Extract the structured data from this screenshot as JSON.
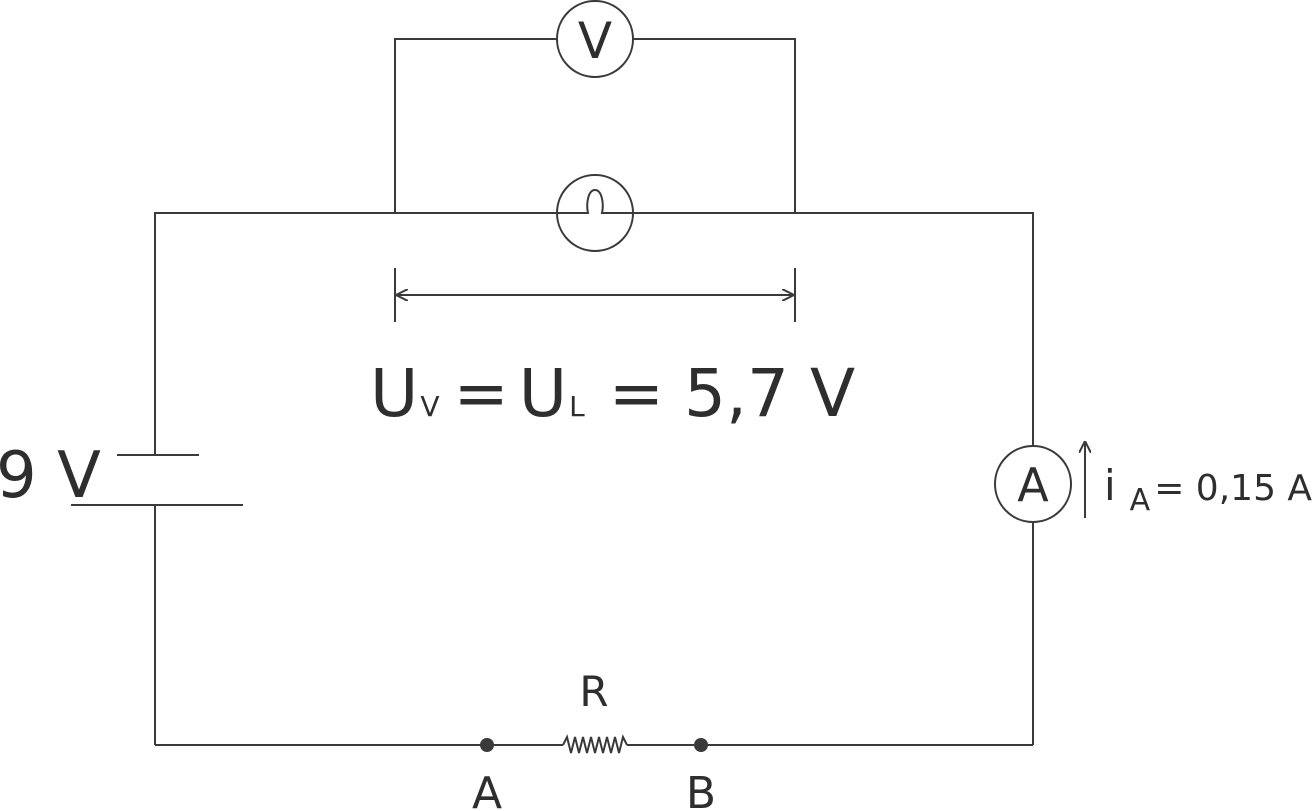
{
  "meters": {
    "voltmeter_symbol": "V",
    "ammeter_symbol": "A"
  },
  "battery": {
    "voltage_label": "9 V"
  },
  "voltage_equation": {
    "u1": "U",
    "u1_sub": "V",
    "eq1": "=",
    "u2": "U",
    "u2_sub": "L",
    "eq2": "=",
    "value": "5,7 V"
  },
  "current": {
    "symbol": "i",
    "subscript": "A",
    "value_text": "= 0,15 A"
  },
  "resistor": {
    "label": "R",
    "point_a": "A",
    "point_b": "B"
  },
  "colors": {
    "stroke": "#3a3a3a",
    "text": "#2e2e2e",
    "background": "#ffffff"
  }
}
